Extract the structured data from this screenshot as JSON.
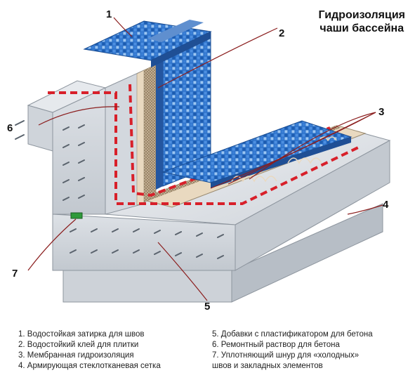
{
  "title": {
    "line1": "Гидроизоляция",
    "line2": "чаши бассейна"
  },
  "callouts": [
    "1",
    "2",
    "3",
    "4",
    "5",
    "6",
    "7"
  ],
  "legend": [
    "1. Водостойкая затирка для швов",
    "2. Водостойкий клей для плитки",
    "3. Мембранная гидроизоляция",
    "4. Армирующая стеклотканевая сетка",
    "5. Добавки с пластификатором для бетона",
    "6. Ремонтный раствор для бетона",
    "7. Уплотняющий шнур для «холодных»",
    "швов и закладных элементов"
  ],
  "colors": {
    "tile_dark": "#1f5fb8",
    "tile_light": "#7fb2e8",
    "membrane": "#d8202a",
    "concrete": "#d8dde3",
    "seal": "#2e9a3a"
  }
}
